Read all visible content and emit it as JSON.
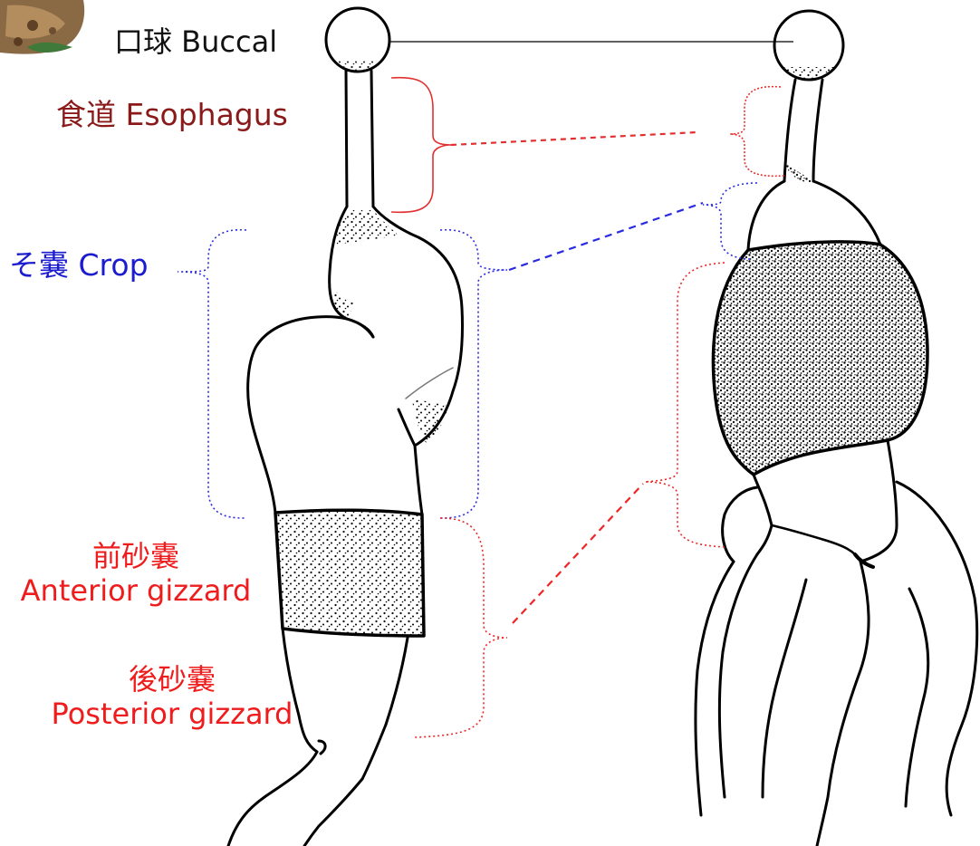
{
  "labels": {
    "buccal": "口球 Buccal",
    "esophagus": "食道 Esophagus",
    "crop": "そ嚢 Crop",
    "anterior_gizzard_jp": "前砂嚢",
    "anterior_gizzard_en": "Anterior gizzard",
    "posterior_gizzard_jp": "後砂嚢",
    "posterior_gizzard_en": "Posterior gizzard"
  },
  "colors": {
    "buccal": "#111111",
    "esophagus": "#8a1a1a",
    "crop": "#1c1ccf",
    "gizzard": "#ee1c1c",
    "outline": "#000000"
  }
}
